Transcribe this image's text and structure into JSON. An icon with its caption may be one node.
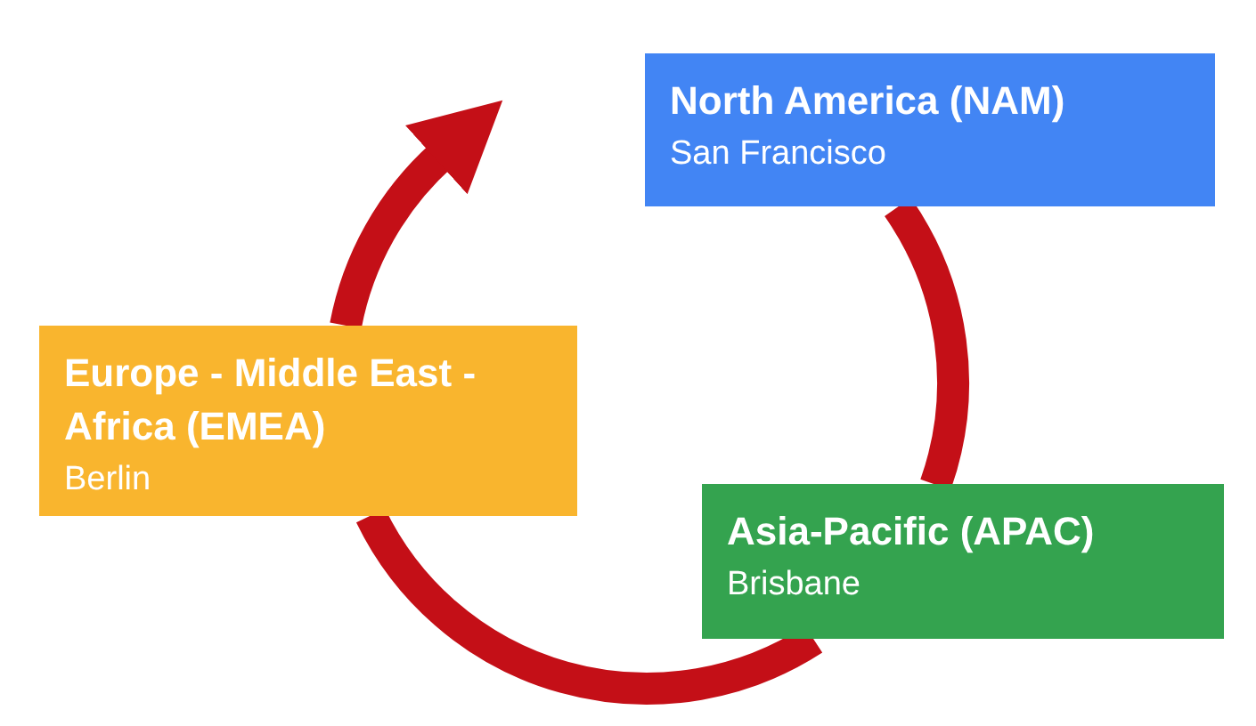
{
  "diagram": {
    "nodes": [
      {
        "text": [
          "North America (NAM)",
          "San Francisco"
        ]
      },
      {
        "text": [
          "Europe - Middle East - Africa (EMEA)",
          "Berlin"
        ]
      },
      {
        "text": [
          "Asia-Pacific (APAC)",
          "Brisbane"
        ]
      }
    ],
    "edges": [
      {
        "from": 0,
        "to": 2,
        "arrow": "none"
      },
      {
        "from": 2,
        "to": 1,
        "arrow": "none"
      },
      {
        "from": 1,
        "to": null,
        "arrow": "to"
      }
    ]
  }
}
